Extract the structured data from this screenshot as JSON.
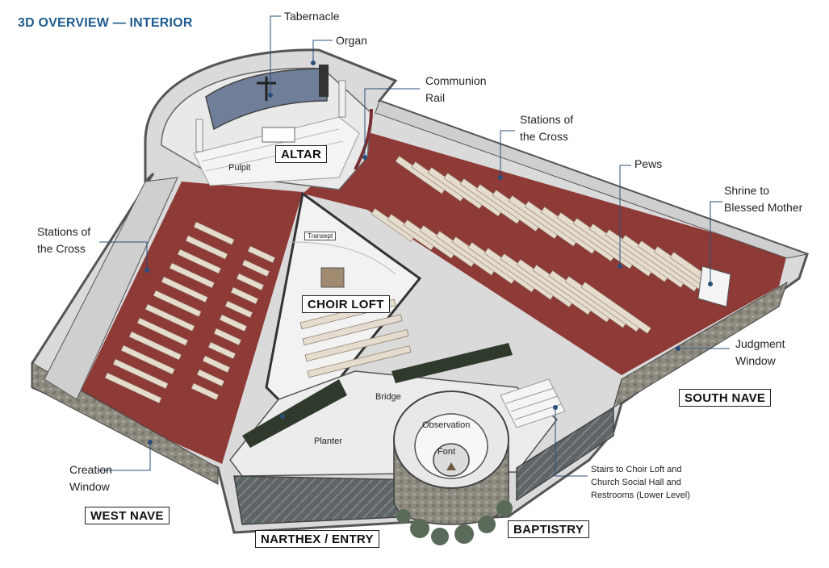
{
  "title": "3D OVERVIEW — INTERIOR",
  "callouts": {
    "tabernacle": "Tabernacle",
    "organ": "Organ",
    "communion_rail_1": "Communion",
    "communion_rail_2": "Rail",
    "stations_right_1": "Stations of",
    "stations_right_2": "the Cross",
    "pews": "Pews",
    "shrine_1": "Shrine to",
    "shrine_2": "Blessed Mother",
    "stations_left_1": "Stations of",
    "stations_left_2": "the Cross",
    "judgment_1": "Judgment",
    "judgment_2": "Window",
    "creation_1": "Creation",
    "creation_2": "Window",
    "stairs_1": "Stairs to Choir Loft and",
    "stairs_2": "Church Social Hall and",
    "stairs_3": "Restrooms (Lower Level)"
  },
  "areas": {
    "altar": "ALTAR",
    "choir_loft": "CHOIR LOFT",
    "south_nave": "SOUTH NAVE",
    "west_nave": "WEST NAVE",
    "narthex": "NARTHEX / ENTRY",
    "baptistry": "BAPTISTRY"
  },
  "inner_labels": {
    "pulpit": "Pulpit",
    "transept": "Transept",
    "bridge": "Bridge",
    "planter": "Planter",
    "observation": "Observation",
    "font": "Font"
  },
  "colors": {
    "title": "#1f5c8f",
    "floor_carpet": "#8e3a36",
    "wall": "#d6d6d6",
    "pew": "#e6dccd",
    "leader_line": "#2a4f7a"
  }
}
